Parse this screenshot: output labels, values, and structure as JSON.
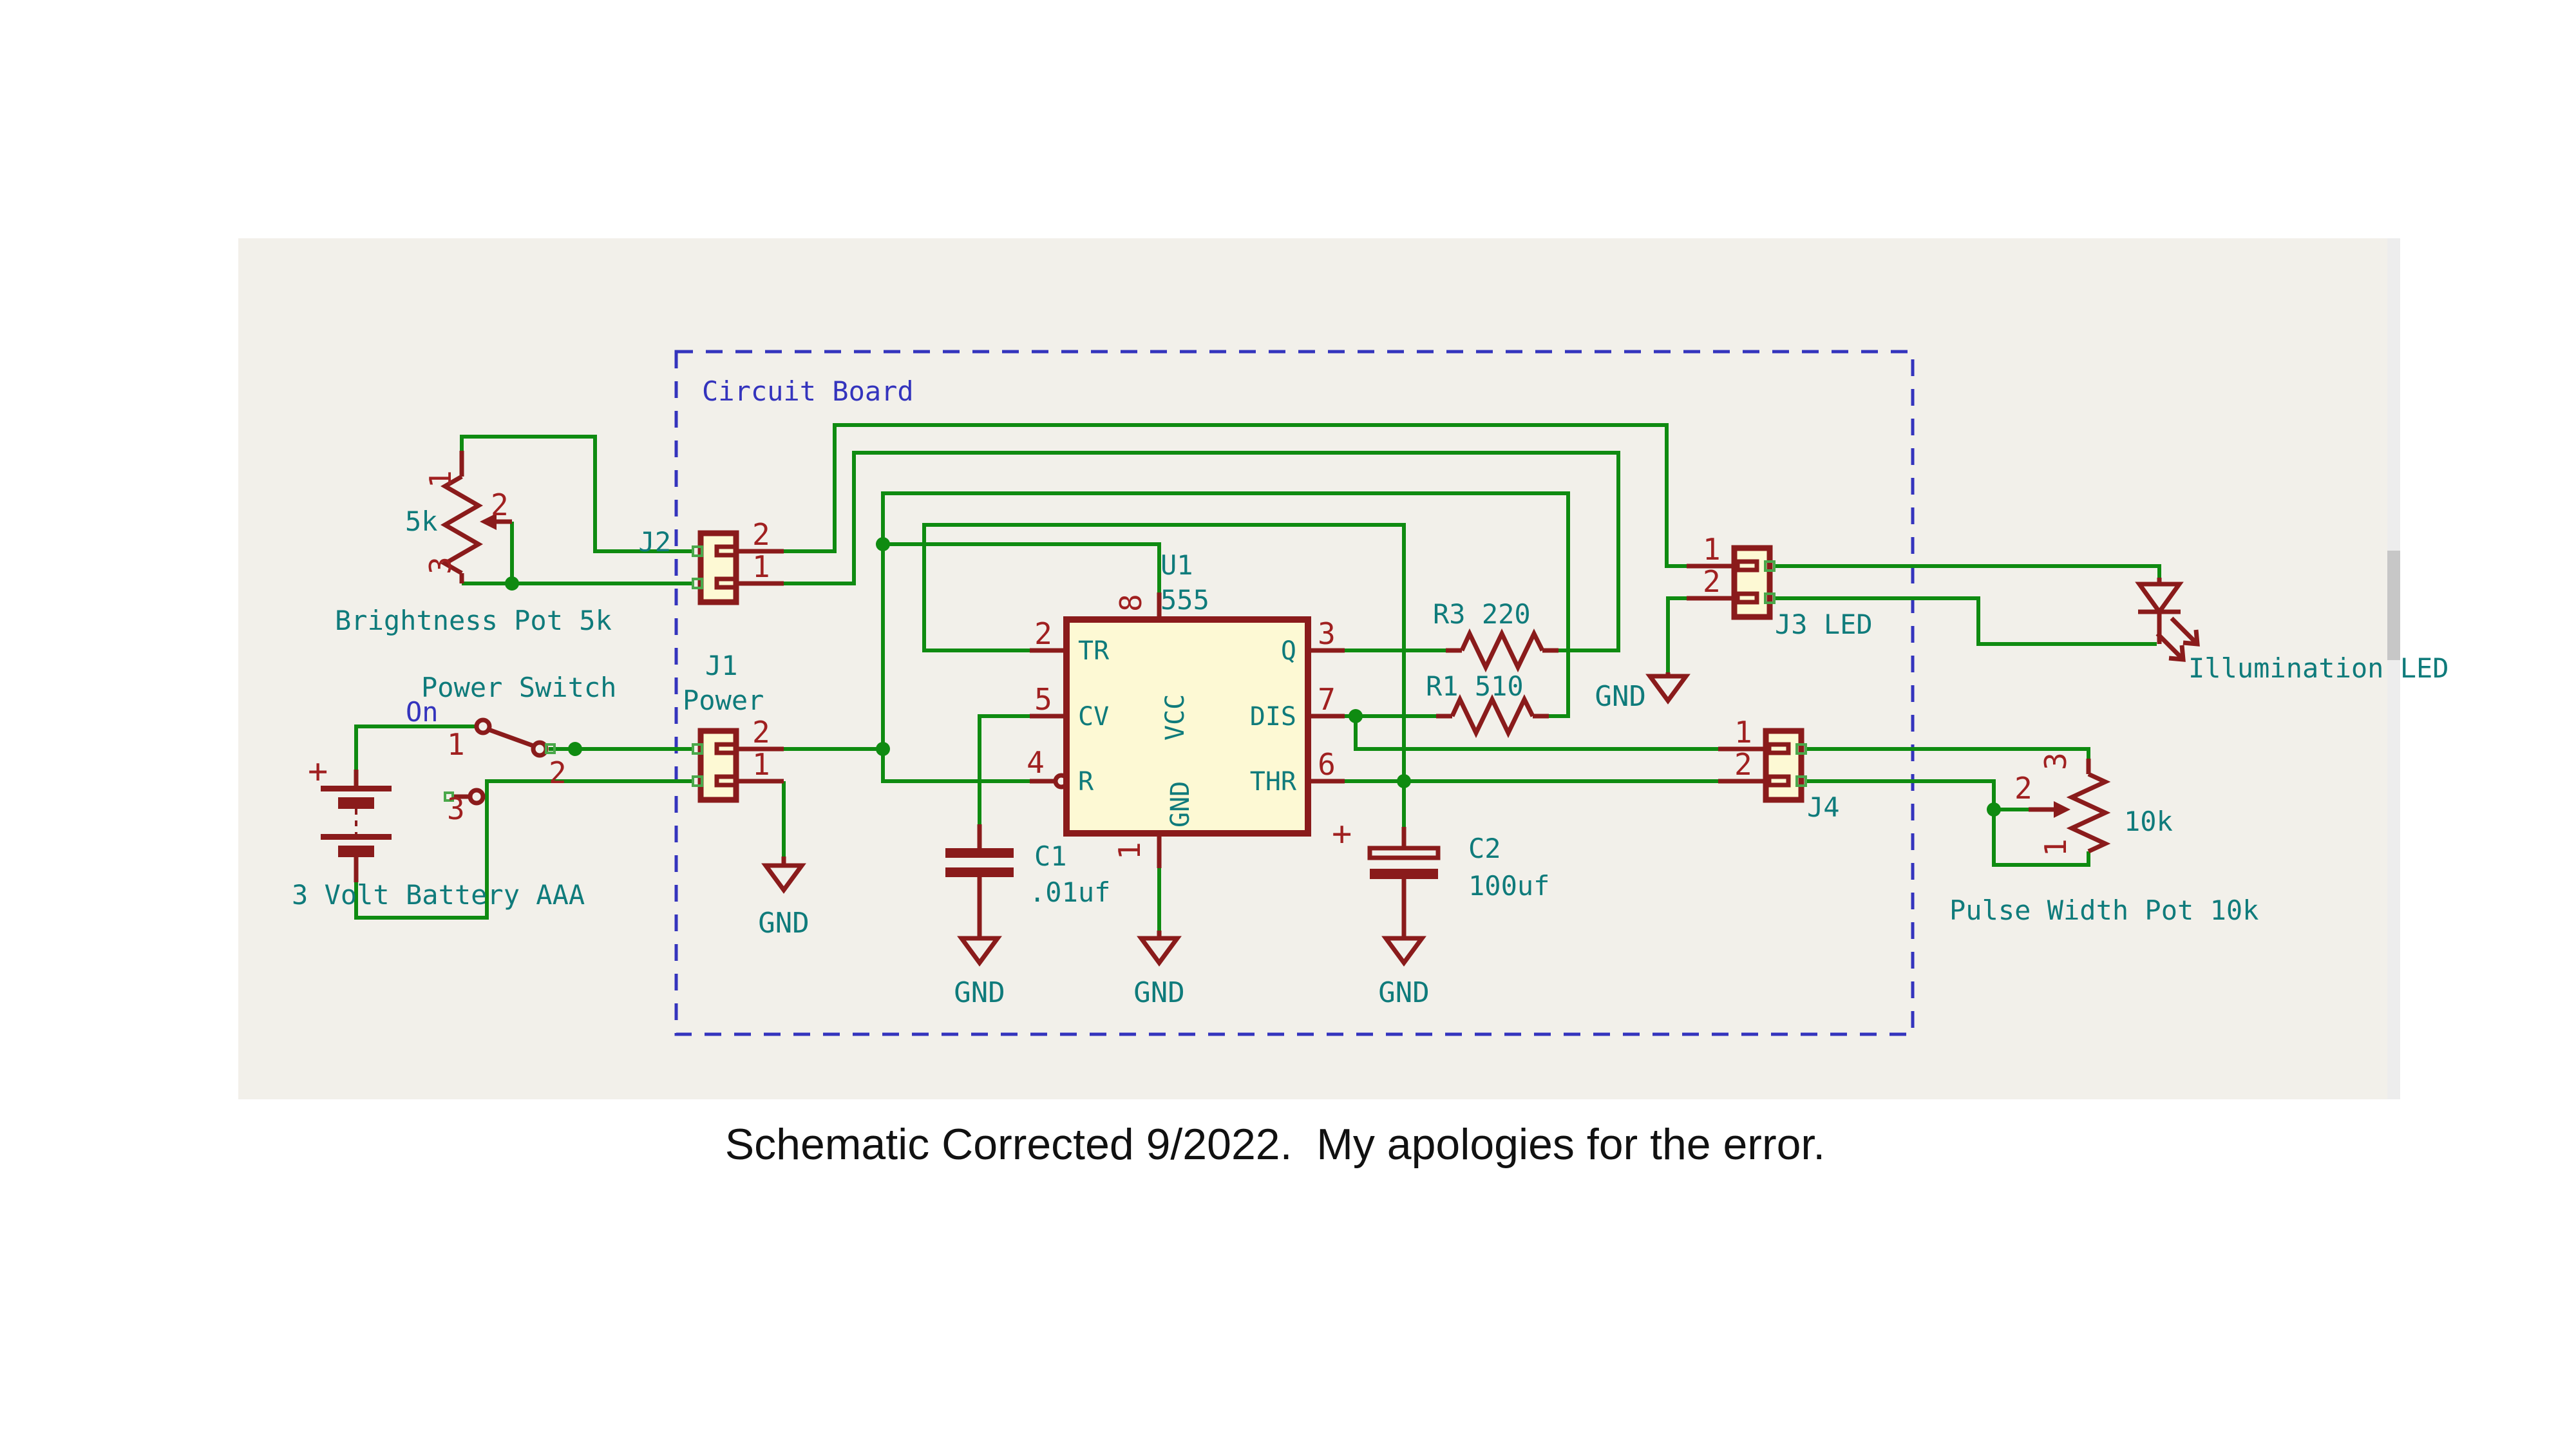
{
  "page": {
    "caption": "Schematic Corrected 9/2022.  My apologies for the error."
  },
  "board": {
    "label": "Circuit Board"
  },
  "battery": {
    "label": "3 Volt Battery AAA",
    "plus": "+"
  },
  "power_switch": {
    "label": "Power Switch",
    "state": "On",
    "pin1": "1",
    "pin2": "2",
    "pin3": "3"
  },
  "brightness_pot": {
    "value": "5k",
    "label": "Brightness Pot 5k",
    "pin1": "1",
    "pin2": "2",
    "pin3": "3"
  },
  "pulse_pot": {
    "value": "10k",
    "label": "Pulse Width Pot 10k",
    "pin1": "1",
    "pin2": "2",
    "pin3": "3"
  },
  "j1": {
    "ref": "J1",
    "name": "Power",
    "pin_top": "2",
    "pin_bottom": "1"
  },
  "j2": {
    "ref": "J2",
    "pin_top": "2",
    "pin_bottom": "1"
  },
  "j3": {
    "ref": "J3 LED",
    "pin_top": "1",
    "pin_bottom": "2"
  },
  "j4": {
    "ref": "J4",
    "pin_top": "1",
    "pin_bottom": "2"
  },
  "u1": {
    "ref": "U1",
    "value": "555",
    "pin_names": {
      "tr": "TR",
      "cv": "CV",
      "r": "R",
      "q": "Q",
      "dis": "DIS",
      "thr": "THR",
      "vcc": "VCC",
      "gnd": "GND"
    },
    "pin_numbers": {
      "tr": "2",
      "cv": "5",
      "r": "4",
      "q": "3",
      "dis": "7",
      "thr": "6",
      "vcc": "8",
      "gnd": "1"
    }
  },
  "r3": {
    "label": "R3 220"
  },
  "r1": {
    "label": "R1 510"
  },
  "c1": {
    "ref": "C1",
    "value": ".01uf"
  },
  "c2": {
    "ref": "C2",
    "value": "100uf",
    "plus": "+"
  },
  "led": {
    "label": "Illumination LED"
  },
  "gnd_label": "GND",
  "colors": {
    "wire": "#0f8b11",
    "symbol": "#8a1b1b",
    "text": "#0f7b7b",
    "blue": "#3434bd",
    "fill": "#fdf9d4",
    "background": "#f2f0ea"
  }
}
